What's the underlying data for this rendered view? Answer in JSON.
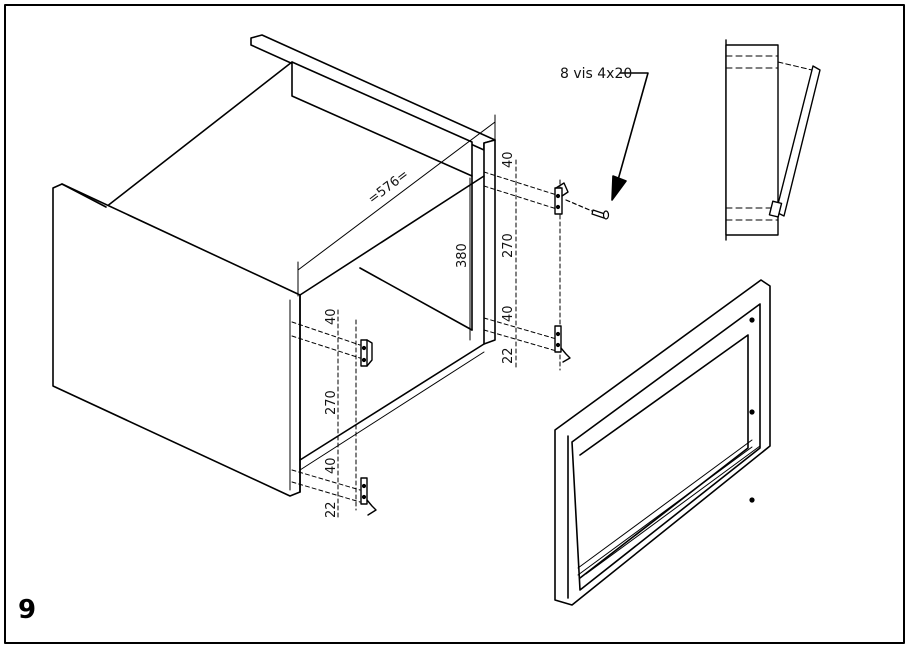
{
  "figure": {
    "step_number": "9",
    "screw_callout": "8 vis 4x20",
    "dimensions": {
      "width": "=576=",
      "height": "380",
      "right_top_gap": "40",
      "right_spacing": "270",
      "right_bottom_gap": "40",
      "right_floor": "22",
      "left_top_gap": "40",
      "left_spacing": "270",
      "left_bottom_gap": "40",
      "left_floor": "22"
    }
  }
}
